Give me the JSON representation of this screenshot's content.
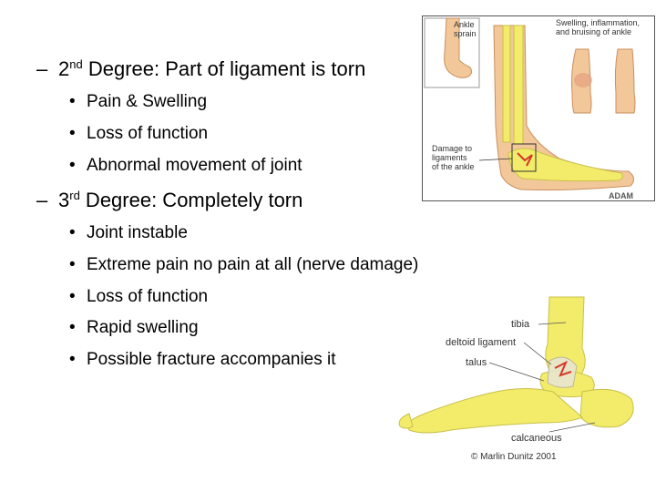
{
  "second_degree": {
    "dash": "–",
    "num": "2",
    "sup": "nd",
    "text": " Degree: Part of ligament is torn",
    "bullets": [
      "Pain & Swelling",
      "Loss of function",
      "Abnormal movement of joint"
    ]
  },
  "third_degree": {
    "dash": "–",
    "num": "3",
    "sup": "rd",
    "text": " Degree: Completely torn",
    "bullets": [
      "Joint instable",
      "Extreme pain no pain at all (nerve damage)",
      "Loss of function",
      "Rapid swelling",
      "Possible fracture accompanies it"
    ]
  },
  "bullet_glyph": "•",
  "figure_top": {
    "inset_label": "Ankle\nsprain",
    "swelling_label": "Swelling, inflammation,\nand bruising of ankle",
    "damage_label": "Damage to\nligaments\nof the ankle",
    "logo": "ADAM"
  },
  "figure_bottom": {
    "labels": {
      "tibia": "tibia",
      "deltoid": "deltoid ligament",
      "talus": "talus",
      "calcaneous": "calcaneous"
    },
    "copyright": "© Marlin Dunitz 2001"
  },
  "colors": {
    "bone": "#f2ec6a",
    "bone_edge": "#c9c04a",
    "skin": "#f2c89a",
    "skin_edge": "#c98f5c",
    "injury": "#d33a2a"
  }
}
